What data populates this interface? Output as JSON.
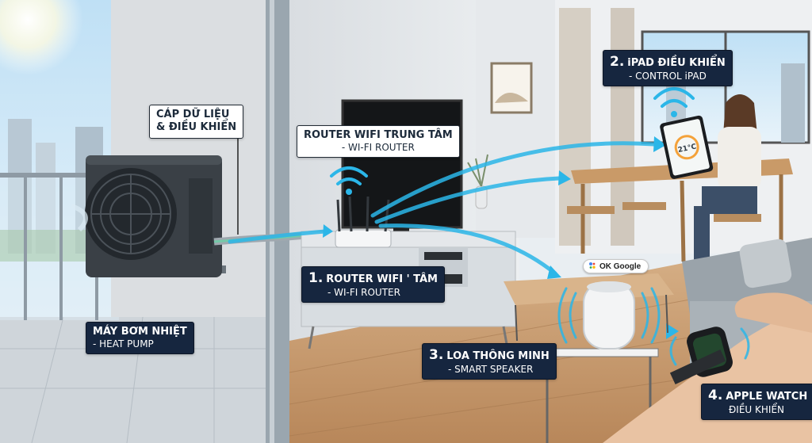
{
  "labels": {
    "data_cable": {
      "line1": "CÁP DỮ LIỆU",
      "line2": "& ĐIỀU KHIỂN"
    },
    "router_center": {
      "line1": "ROUTER WIFI TRUNG TÂM",
      "line2": "- WI-FI ROUTER"
    },
    "ipad": {
      "number": "2.",
      "line1": "iPAD ĐIỀU KHIỂN",
      "line2": "- CONTROL iPAD"
    },
    "router_step": {
      "number": "1.",
      "line1": "ROUTER WIFI ' TÂM",
      "line2": "- WI-FI ROUTER"
    },
    "heat_pump": {
      "line1": "MÁY BƠM NHIỆT",
      "line2": "- HEAT PUMP"
    },
    "speaker": {
      "number": "3.",
      "line1": "LOA THÔNG MINH",
      "line2": "- SMART SPEAKER"
    },
    "watch": {
      "number": "4.",
      "line1": "APPLE WATCH",
      "line2": "ĐIỀU KHIỂN"
    }
  },
  "speaker_bubble": "OK Google",
  "ipad_screen": {
    "temperature": "21°C"
  },
  "colors": {
    "signal": "#2bb6e8",
    "navy": "#16263f",
    "wood": "#c99a68",
    "wall": "#dfe3e7"
  }
}
